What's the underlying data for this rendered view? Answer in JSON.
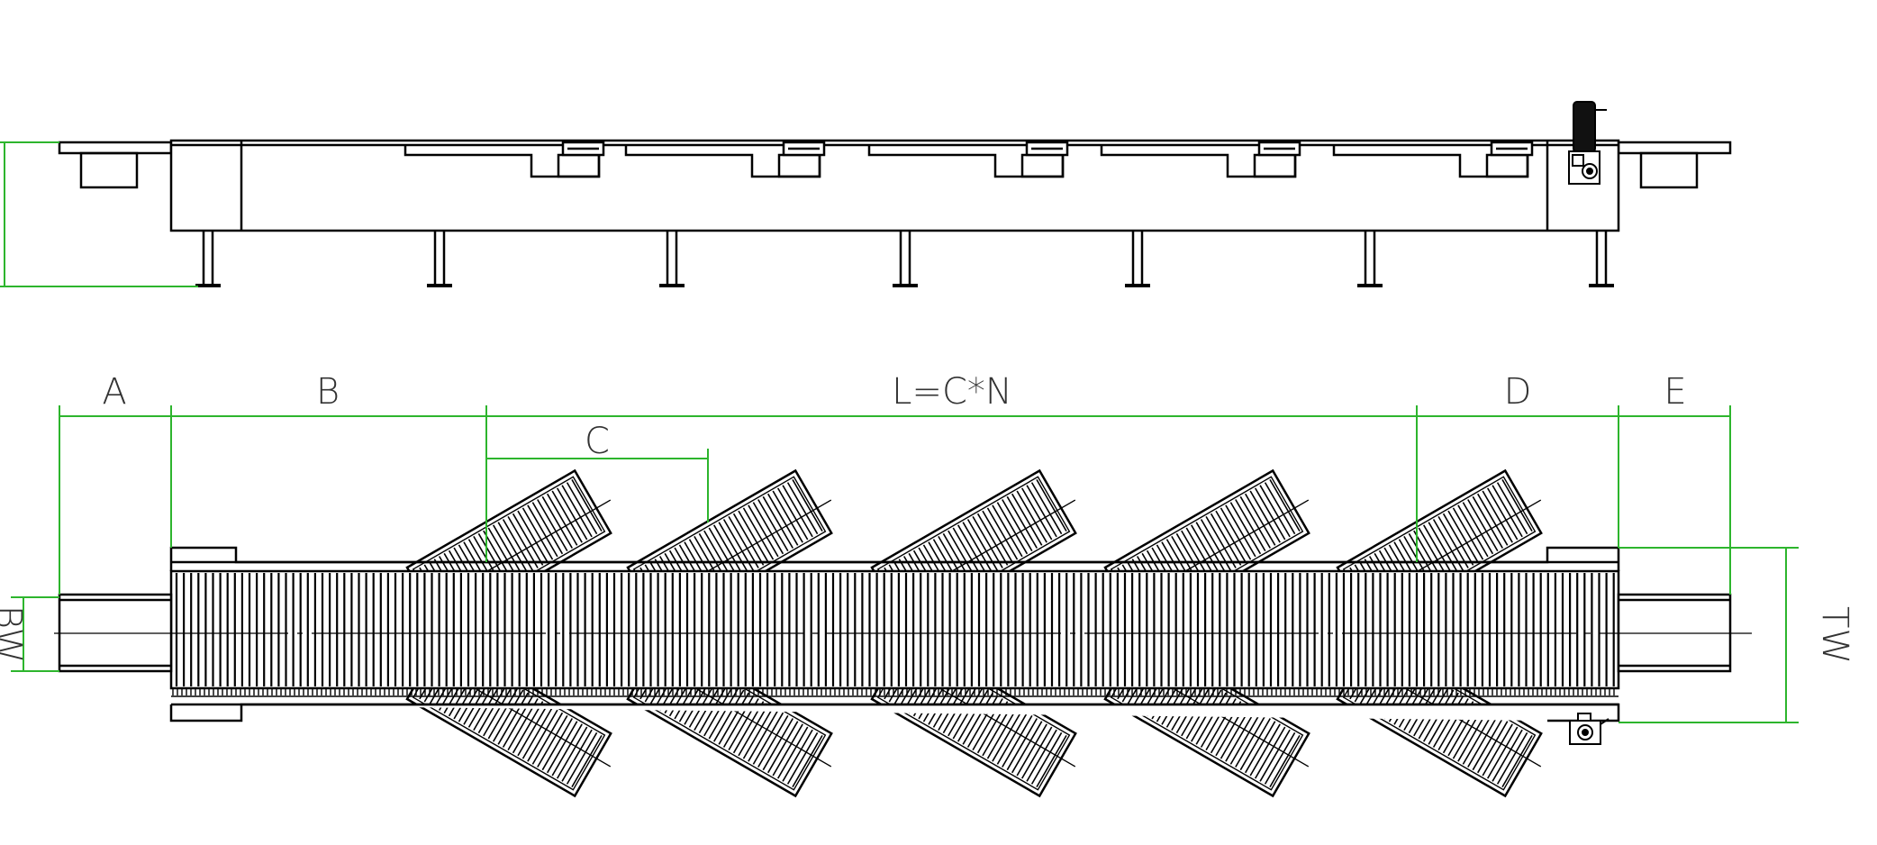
{
  "dimensions": {
    "a": "A",
    "b": "B",
    "length": "L=C*N",
    "c": "C",
    "d": "D",
    "e": "E",
    "tw": "TW",
    "bw": "BW"
  },
  "colors": {
    "line": "#000000",
    "dimension": "#2db52d",
    "text": "#333333",
    "background": "#ffffff"
  }
}
